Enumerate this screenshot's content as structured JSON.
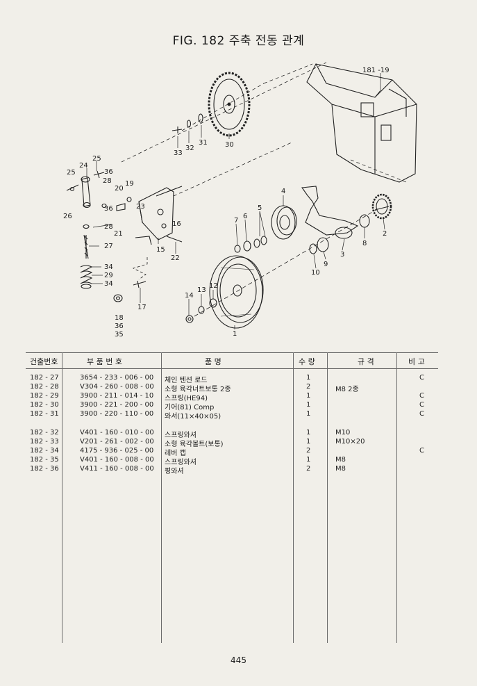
{
  "title": "FIG. 182 주축 전동 관계",
  "callouts": {
    "c181": "181 -19",
    "c33": "33",
    "c32": "32",
    "c31": "31",
    "c30": "30",
    "c25a": "25",
    "c24": "24",
    "c25b": "25",
    "c36a": "36",
    "c28a": "28",
    "c19": "19",
    "c20": "20",
    "c36b": "36",
    "c26": "26",
    "c23": "23",
    "c16": "16",
    "c28b": "28",
    "c21": "21",
    "c27": "27",
    "c15": "15",
    "c22": "22",
    "c34a": "34",
    "c29": "29",
    "c34b": "34",
    "c17": "17",
    "c18": "18",
    "c36c": "36",
    "c35": "35",
    "c4": "4",
    "c5": "5",
    "c6": "6",
    "c7": "7",
    "c8": "8",
    "c2": "2",
    "c3": "3",
    "c9": "9",
    "c10": "10",
    "c12": "12",
    "c13": "13",
    "c14": "14",
    "c1": "1"
  },
  "table": {
    "headers": {
      "code": "건출번호",
      "part_number": "부 품 번 호",
      "name": "품 명",
      "qty": "수 량",
      "spec": "규 격",
      "remark": "비 고"
    },
    "rows": [
      {
        "code": "182 - 27",
        "part_number": "3654 - 233 - 006 - 00",
        "name": "체인 텐션 로드",
        "qty": "1",
        "spec": "",
        "remark": "C"
      },
      {
        "code": "182 - 28",
        "part_number": "V304 - 260 - 008 - 00",
        "name": "소형 육각너트보통 2종",
        "qty": "2",
        "spec": "M8 2종",
        "remark": ""
      },
      {
        "code": "182 - 29",
        "part_number": "3900 - 211 - 014 - 10",
        "name": "스프링(HE94)",
        "qty": "1",
        "spec": "",
        "remark": "C"
      },
      {
        "code": "182 - 30",
        "part_number": "3900 - 221 - 200 - 00",
        "name": "기어(81) Comp",
        "qty": "1",
        "spec": "",
        "remark": "C"
      },
      {
        "code": "182 - 31",
        "part_number": "3900 - 220 - 110 - 00",
        "name": "와서(11×40×05)",
        "qty": "1",
        "spec": "",
        "remark": "C"
      },
      {
        "code": "182 - 32",
        "part_number": "V401 - 160 - 010 - 00",
        "name": "스프링와셔",
        "qty": "1",
        "spec": "M10",
        "remark": ""
      },
      {
        "code": "182 - 33",
        "part_number": "V201 - 261 - 002 - 00",
        "name": "소형 육각볼트(보통)",
        "qty": "1",
        "spec": "M10×20",
        "remark": ""
      },
      {
        "code": "182 - 34",
        "part_number": "4175 - 936 - 025 - 00",
        "name": "레버 캡",
        "qty": "2",
        "spec": "",
        "remark": "C"
      },
      {
        "code": "182 - 35",
        "part_number": "V401 - 160 - 008 - 00",
        "name": "스프링와셔",
        "qty": "1",
        "spec": "M8",
        "remark": ""
      },
      {
        "code": "182 - 36",
        "part_number": "V411 - 160 - 008 - 00",
        "name": "평와셔",
        "qty": "2",
        "spec": "M8",
        "remark": ""
      }
    ]
  },
  "page_number": "445"
}
